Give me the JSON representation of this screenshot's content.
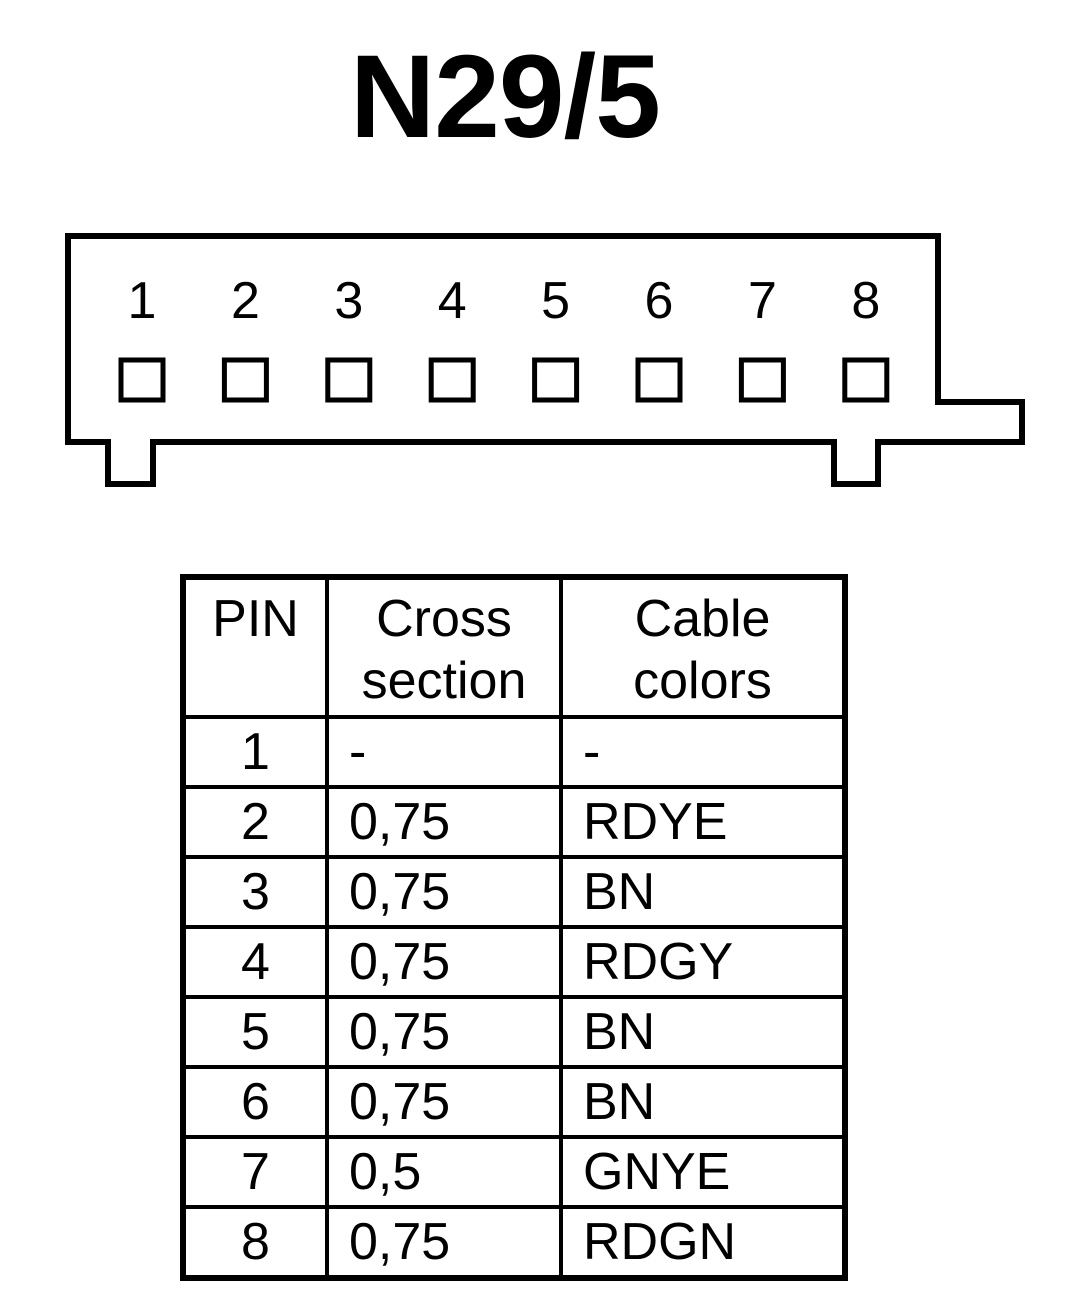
{
  "title": "N29/5",
  "connector": {
    "pins": [
      "1",
      "2",
      "3",
      "4",
      "5",
      "6",
      "7",
      "8"
    ]
  },
  "table": {
    "headers": {
      "pin": "PIN",
      "cross_section": [
        "Cross",
        "section"
      ],
      "cable_colors": [
        "Cable",
        "colors"
      ]
    },
    "rows": [
      {
        "pin": "1",
        "cross_section": "-",
        "color": "-"
      },
      {
        "pin": "2",
        "cross_section": "0,75",
        "color": "RDYE"
      },
      {
        "pin": "3",
        "cross_section": "0,75",
        "color": "BN"
      },
      {
        "pin": "4",
        "cross_section": "0,75",
        "color": "RDGY"
      },
      {
        "pin": "5",
        "cross_section": "0,75",
        "color": "BN"
      },
      {
        "pin": "6",
        "cross_section": "0,75",
        "color": "BN"
      },
      {
        "pin": "7",
        "cross_section": "0,5",
        "color": "GNYE"
      },
      {
        "pin": "8",
        "cross_section": "0,75",
        "color": "RDGN"
      }
    ]
  }
}
